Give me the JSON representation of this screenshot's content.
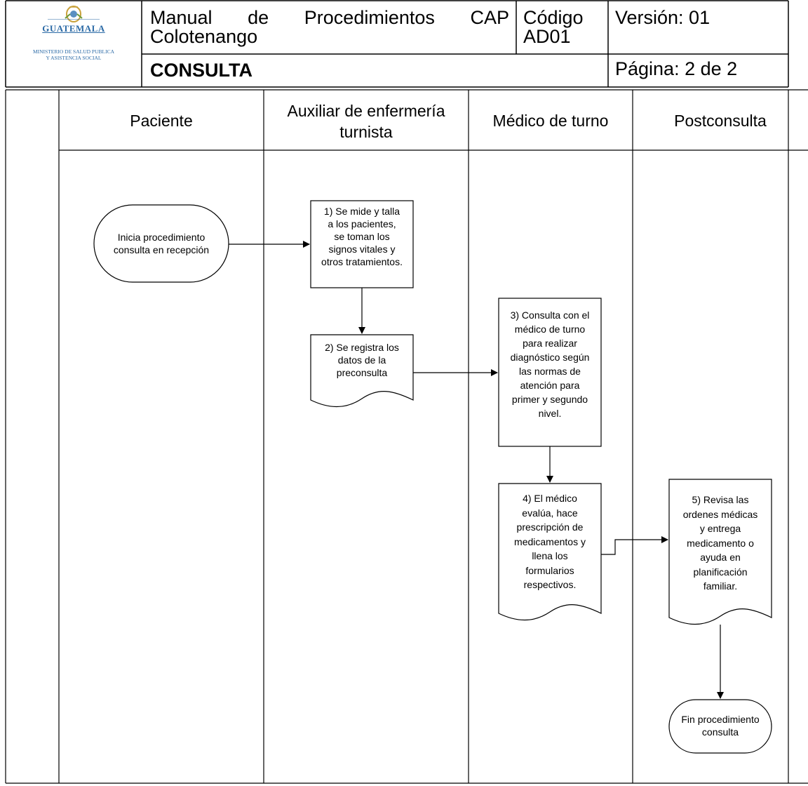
{
  "header": {
    "logo": {
      "country": "GUATEMALA",
      "ministry_line1": "MINISTERIO DE SALUD PUBLICA",
      "ministry_line2": "Y ASISTENCIA SOCIAL"
    },
    "title_line1": "Manual de Procedimientos CAP",
    "title_line2": "Colotenango",
    "codigo_label": "Código",
    "codigo_value": "AD01",
    "version": "Versión: 01",
    "section": "CONSULTA",
    "pagina": "Página: 2 de 2"
  },
  "lanes": [
    {
      "title_lines": [
        "Paciente"
      ]
    },
    {
      "title_lines": [
        "Auxiliar de enfermería",
        "turnista"
      ]
    },
    {
      "title_lines": [
        "Médico de turno"
      ]
    },
    {
      "title_lines": [
        "Postconsulta"
      ]
    }
  ],
  "nodes": {
    "start": [
      "Inicia procedimiento",
      "consulta en recepción"
    ],
    "step1": [
      "1) Se mide y talla",
      "a los pacientes,",
      "se toman los",
      "signos vitales y",
      "otros tratamientos."
    ],
    "step2": [
      "2) Se registra los",
      "datos de la",
      "preconsulta"
    ],
    "step3": [
      "3) Consulta con el",
      "médico de turno",
      "para realizar",
      "diagnóstico según",
      "las normas de",
      "atención para",
      "primer y segundo",
      "nivel."
    ],
    "step4": [
      "4) El médico",
      "evalúa, hace",
      "prescripción de",
      "medicamentos y",
      "llena los",
      "formularios",
      "respectivos."
    ],
    "step5": [
      "5) Revisa las",
      "ordenes médicas",
      "y entrega",
      "medicamento o",
      "ayuda en",
      "planificación",
      "familiar."
    ],
    "end": [
      "Fin procedimiento",
      "consulta"
    ]
  },
  "colors": {
    "line": "#000000",
    "logo_blue": "#2b6aa6",
    "logo_gold": "#c8a13a"
  }
}
